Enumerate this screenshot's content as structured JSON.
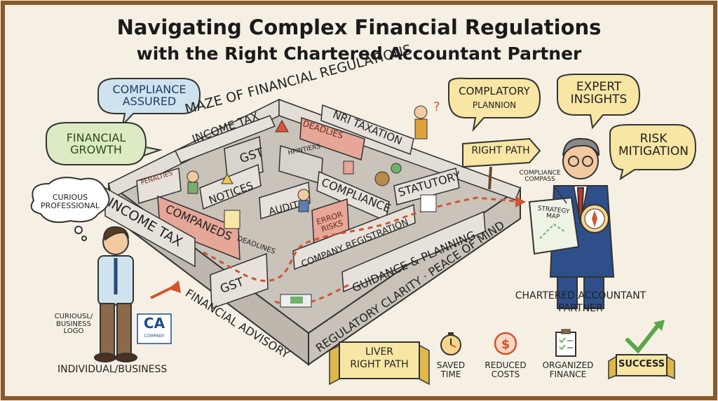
{
  "title": {
    "line1": "Navigating Complex Financial Regulations",
    "line2": "with the Right Chartered Accountant Partner"
  },
  "bubbles": {
    "compliance_assured": [
      "COMPLIANCE",
      "ASSURED"
    ],
    "financial_growth": [
      "FINANCIAL",
      "GROWTH"
    ],
    "curious_professional": [
      "CURIOUS",
      "PROFESSIONAL"
    ],
    "complatory_plannion": [
      "COMPLATORY",
      "PLANNION"
    ],
    "expert_insights": [
      "EXPERT",
      "INSIGHTS"
    ],
    "risk_mitigation": [
      "RISK",
      "MITIGATION"
    ]
  },
  "maze": {
    "heading": "MAZE OF FINANCIAL REGULATIONS",
    "walls": {
      "income_tax_inner": "INCOME TAX",
      "gst_inner": "GST",
      "deadlies": "DEADLIES",
      "nri_taxation": "NRI TAXATION",
      "hpintiers": "HPINTIERS",
      "penalties": "PENALTIES",
      "compliance": "COMPLIANCE",
      "statutory": "STATUTORY",
      "income_tax_outer": "INCOME TAX",
      "companeds": "COMPANEDS",
      "notices": "NOTICES",
      "audit": "AUDIT",
      "error_risks": [
        "ERROR",
        "RISKS"
      ],
      "company_registration": "COMPANY REGISTRATION",
      "deadlines": "DEADLINES",
      "gst_outer": "GST",
      "guidance_planning": "GUIDANCE & PLANNING",
      "financial_advisory": "FINANCIAL ADVISORY",
      "regulatory_clarity": "REGULATORY CLARITY · PEACE OF MIND"
    }
  },
  "left_figure": {
    "logo_caption": [
      "CURIOUSL/",
      "BUSINESS",
      "LOGO"
    ],
    "logo_text": "CA",
    "logo_sub": "COMPANY",
    "caption": "INDIVIDUAL/BUSINESS"
  },
  "right_figure": {
    "right_path_sign": "RIGHT PATH",
    "compass_label": [
      "COMPLIANCE",
      "COMPASS"
    ],
    "map_label": [
      "STRATEGY",
      "MAP"
    ],
    "caption": [
      "CHARTERED ACCOUNTANT",
      "PARTNER"
    ]
  },
  "outcomes": {
    "banner_liver": [
      "LIVER",
      "RIGHT PATH"
    ],
    "saved_time": [
      "SAVED",
      "TIME"
    ],
    "reduced_costs": [
      "REDUCED",
      "COSTS"
    ],
    "organized_finance": [
      "ORGANIZED",
      "FINANCE"
    ],
    "success": "SUCCESS"
  },
  "colors": {
    "background": "#f4ede0",
    "wall_top": "#eeeae4",
    "wall_side": "#bdb7ae",
    "floor": "#c9c3b9",
    "pink": "#e6a698",
    "blue_bubble": "#cfe3ef",
    "green_bubble": "#dcebc4",
    "yellow_bubble": "#f7e6a4",
    "path": "#d2542e"
  }
}
